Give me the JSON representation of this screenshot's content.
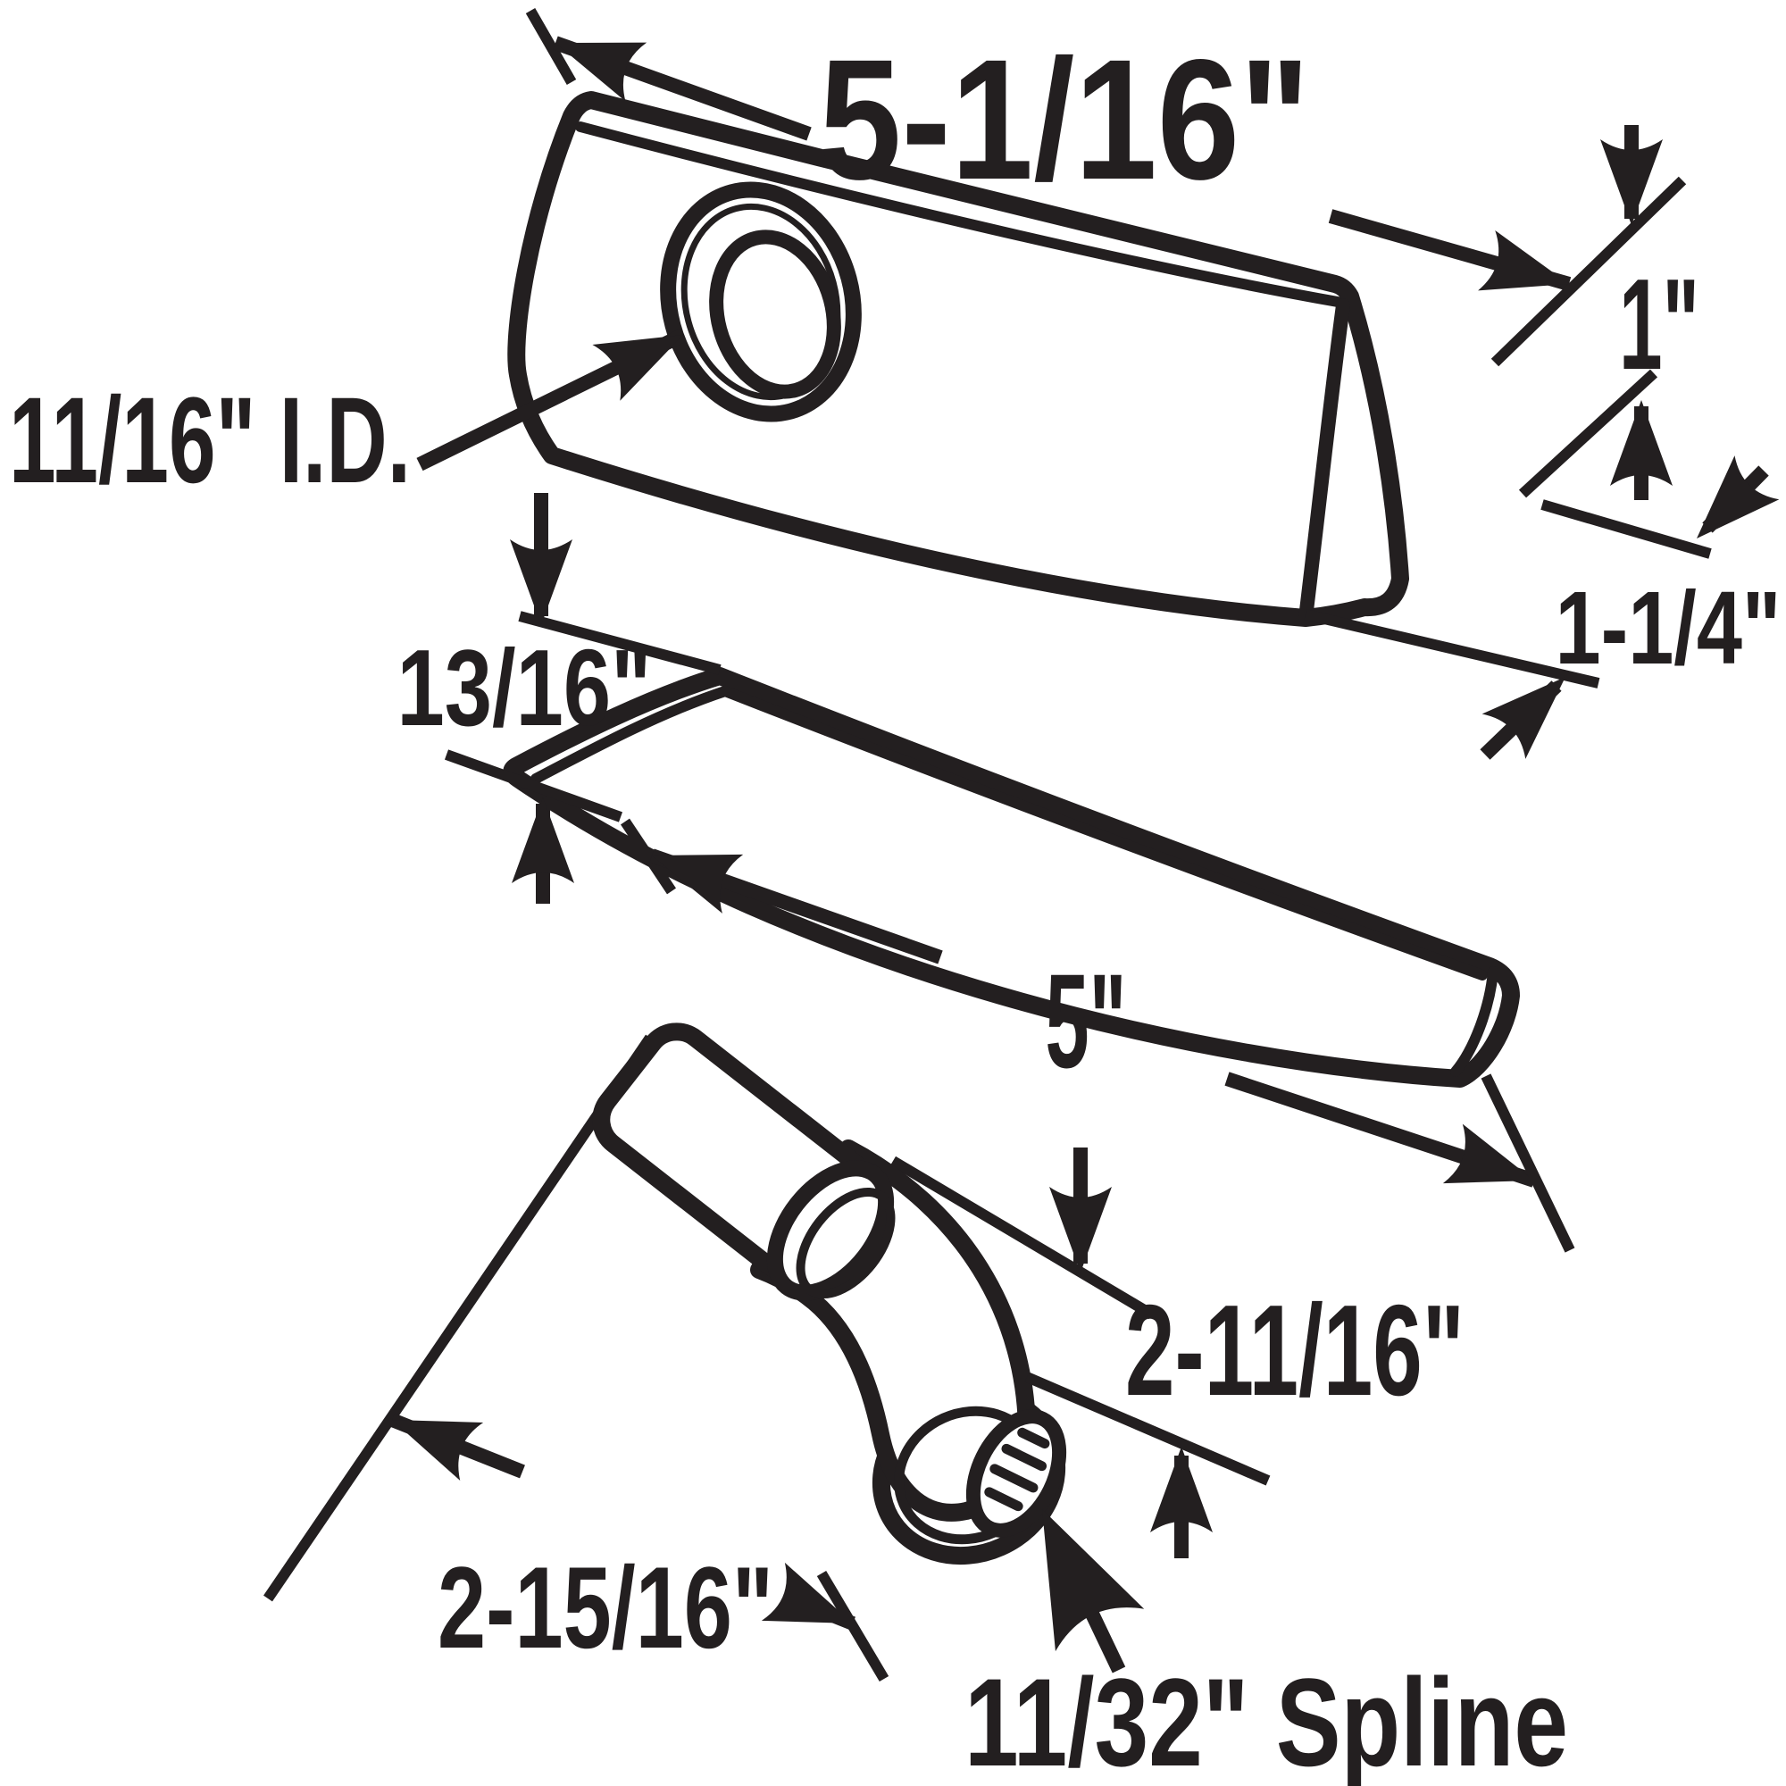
{
  "diagram": {
    "type": "technical-dimension-drawing",
    "subject": "casement window handle assembly exploded parts diagram",
    "parts": [
      "handle-base",
      "cover-plate",
      "crank-handle"
    ],
    "colors": {
      "ink": "#231f20",
      "background": "#ffffff"
    },
    "labels": {
      "base_length": "5-1/16\"",
      "base_end_height": "1\"",
      "hole_inner_diameter": "11/16\" I.D.",
      "plate_height": "13/16\"",
      "base_depth": "1-1/4\"",
      "plate_length": "5\"",
      "crank_height": "2-11/16\"",
      "crank_length": "2-15/16\"",
      "spline_size": "11/32\" Spline"
    }
  }
}
